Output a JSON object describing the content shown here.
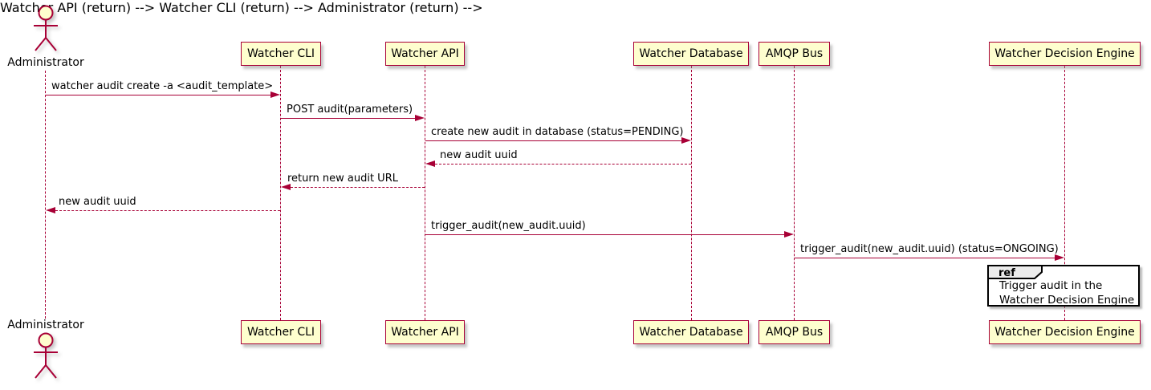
{
  "diagram": {
    "type": "sequence",
    "actor": {
      "name": "Administrator"
    },
    "participants": [
      {
        "label": "Watcher CLI"
      },
      {
        "label": "Watcher API"
      },
      {
        "label": "Watcher Database"
      },
      {
        "label": "AMQP Bus"
      },
      {
        "label": "Watcher Decision Engine"
      }
    ],
    "messages": [
      {
        "from": "Administrator",
        "to": "Watcher CLI",
        "label": "watcher audit create -a <audit_template>",
        "line": "solid",
        "direction": "right"
      },
      {
        "from": "Watcher CLI",
        "to": "Watcher API",
        "label": "POST audit(parameters)",
        "line": "solid",
        "direction": "right"
      },
      {
        "from": "Watcher API",
        "to": "Watcher Database",
        "label": "create new audit in database (status=PENDING)",
        "line": "solid",
        "direction": "right"
      },
      {
        "from": "Watcher Database",
        "to": "Watcher API",
        "label": "new audit uuid",
        "line": "dotted",
        "direction": "left"
      },
      {
        "from": "Watcher API",
        "to": "Watcher CLI",
        "label": "return new audit URL",
        "line": "dotted",
        "direction": "left"
      },
      {
        "from": "Watcher CLI",
        "to": "Administrator",
        "label": "new audit uuid",
        "line": "dotted",
        "direction": "left"
      },
      {
        "from": "Watcher API",
        "to": "AMQP Bus",
        "label": "trigger_audit(new_audit.uuid)",
        "line": "solid",
        "direction": "right"
      },
      {
        "from": "AMQP Bus",
        "to": "Watcher Decision Engine",
        "label": "trigger_audit(new_audit.uuid) (status=ONGOING)",
        "line": "solid",
        "direction": "right"
      }
    ],
    "ref": {
      "keyword": "ref",
      "lines": [
        "Trigger audit in the",
        "Watcher Decision Engine"
      ]
    },
    "colors": {
      "participant_fill": "#FEFECE",
      "stroke": "#A80036",
      "text": "#000000",
      "ref_border": "#000000",
      "ref_header_fill": "#EBEBEB"
    }
  }
}
